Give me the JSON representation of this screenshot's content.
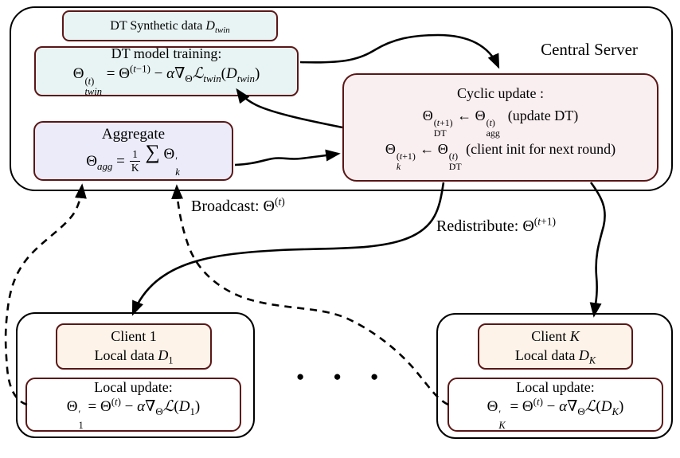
{
  "server": {
    "label": "Central Server",
    "dt_synth_html": "DT Synthetic data <i>D</i><sub><i>twin</i></sub>",
    "dt_train": {
      "title": "DT model training:",
      "formula_html": "Θ<span class='ss'><span class='u'>(<i>t</i>)</span><span class='d'><i>twin</i></span></span> = Θ<sup>(<i>t</i>−1)</sup> − <i>α</i>∇<sub>Θ</sub><i>ℒ</i><sub><i>twin</i></sub>(<i>D</i><sub><i>twin</i></sub>)"
    },
    "aggregate": {
      "title": "Aggregate",
      "formula_left_html": "Θ<sub><i>agg</i></sub> =",
      "frac_num": "1",
      "frac_den": "K",
      "formula_right_html": "<span class='sum'>∑</span> Θ<span class='ss'><span class='u'>′</span><span class='d'><i>k</i></span></span>"
    },
    "cyclic": {
      "title": "Cyclic update :",
      "line1_html": "Θ<span class='ss'><span class='u'>(<i>t</i>+1)</span><span class='d'>DT</span></span> ← Θ<span class='ss'><span class='u'>(<i>t</i>)</span><span class='d'>agg</span></span>&nbsp; (update DT)",
      "line2_html": "Θ<span class='ss'><span class='u'>(<i>t</i>+1)</span><span class='d'><i>k</i></span></span> ← Θ<span class='ss'><span class='u'>(<i>t</i>)</span><span class='d'>DT</span></span> (client init for next round)"
    }
  },
  "edges": {
    "broadcast_html": "Broadcast: Θ<sup>(<i>t</i>)</sup>",
    "redistribute_html": "Redistribute: Θ<sup>(<i>t</i>+1)</sup>"
  },
  "clients": {
    "ellipsis": "● ● ●",
    "client1": {
      "name_html": "Client 1",
      "data_html": "Local data <i>D</i><sub>1</sub>",
      "update_title": "Local update:",
      "update_formula_html": "Θ<span class='ss'><span class='u'>′</span><span class='d'>1</span></span> = Θ<sup>(<i>t</i>)</sup> − <i>α</i>∇<sub>Θ</sub><i>ℒ</i>(<i>D</i><sub>1</sub>)"
    },
    "clientK": {
      "name_html": "Client <i>K</i>",
      "data_html": "Local data <i>D</i><sub><i>K</i></sub>",
      "update_title": "Local update:",
      "update_formula_html": "Θ<span class='ss'><span class='u'>′</span><span class='d'><i>K</i></span></span> = Θ<sup>(<i>t</i>)</sup> − <i>α</i>∇<sub>Θ</sub><i>ℒ</i>(<i>D</i><sub><i>K</i></sub>)"
    }
  },
  "colors": {
    "cyan_fill": "#e8f3f3",
    "lavender_fill": "#ebebf9",
    "pink_fill": "#f9eef0",
    "peach_fill": "#fdf3e9",
    "box_border": "#5a1616",
    "line_color": "#000000"
  }
}
